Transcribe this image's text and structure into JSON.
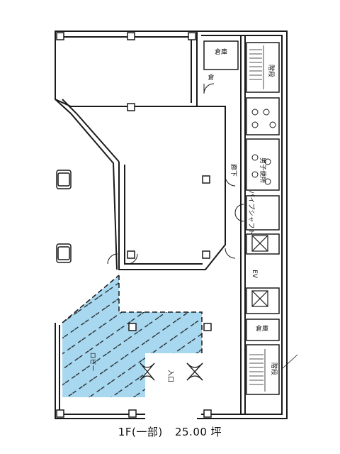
{
  "caption": {
    "floor": "1F(一部)",
    "area": "25.00 坪"
  },
  "labels": {
    "storage": "倉庫",
    "storage_small": "倉",
    "stairs_top": "階段",
    "corridor": "廊下",
    "mens_wc": "男子便所",
    "pipe_shaft": "パイプシャフト",
    "ev_hall": "EV",
    "storage_lower": "倉庫",
    "stairs_bottom": "階段",
    "entrance": "入口",
    "leased_area": "ロビー"
  },
  "colors": {
    "hatch_fill": "#a8d8f0",
    "line": "#1a1a1a"
  }
}
